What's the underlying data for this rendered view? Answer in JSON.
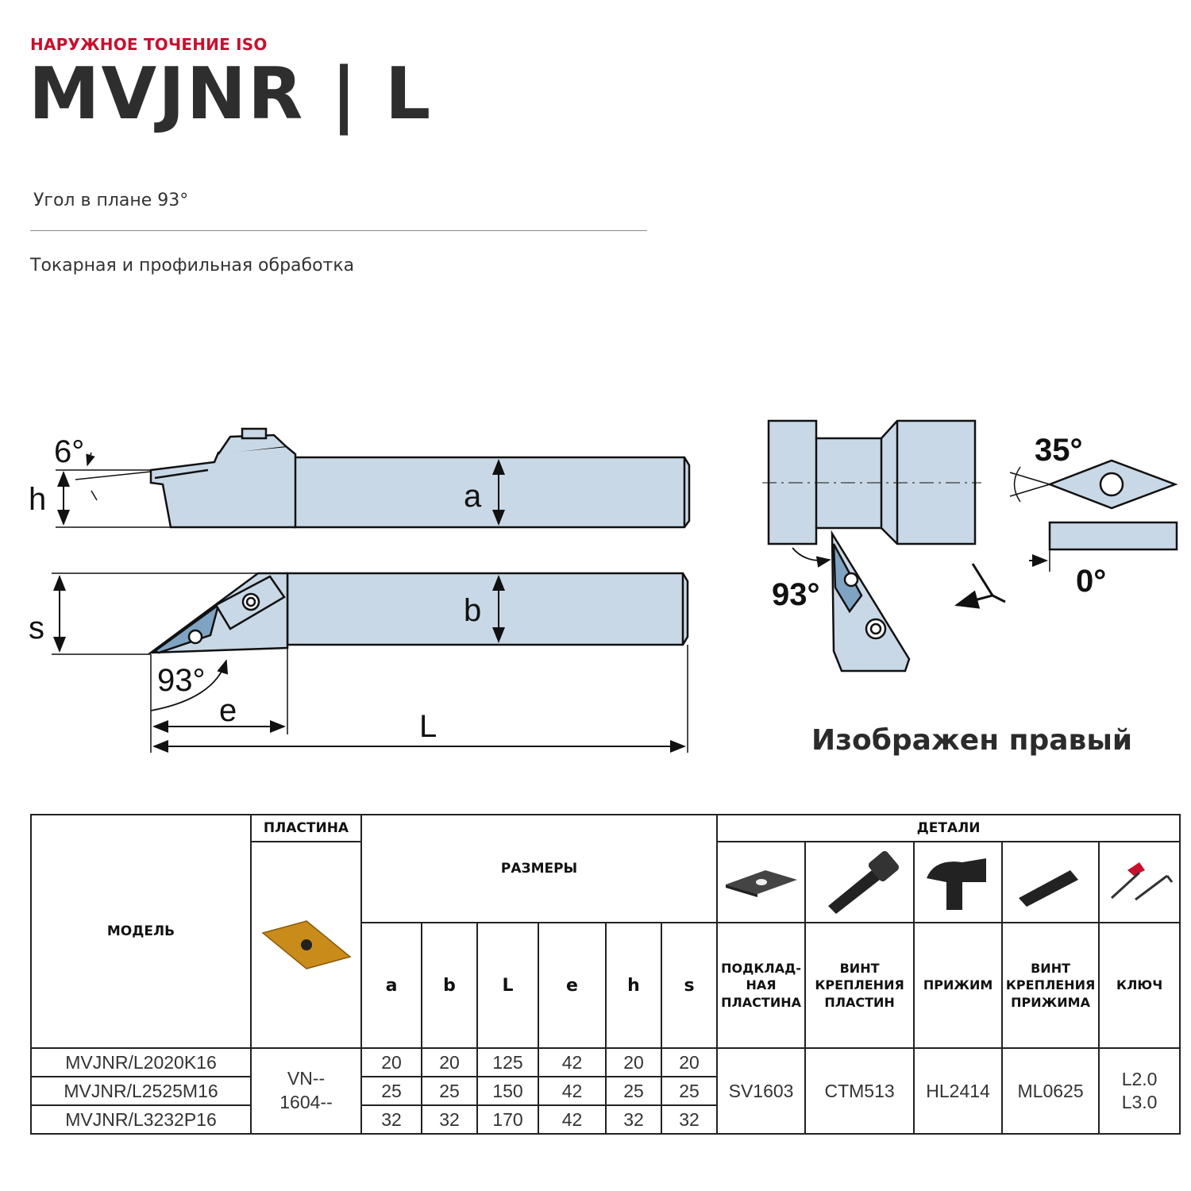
{
  "header": {
    "category": "НАРУЖНОЕ ТОЧЕНИЕ ISO",
    "title": "MVJNR | L",
    "angle_text": "Угол в плане 93°",
    "subtitle": "Токарная и профильная обработка"
  },
  "drawing": {
    "labels": {
      "six_deg": "6°",
      "h": "h",
      "a": "a",
      "s": "s",
      "b": "b",
      "ninety_three_left": "93°",
      "e": "e",
      "L": "L",
      "thirty_five": "35°",
      "zero_deg": "0°",
      "ninety_three_right": "93°"
    },
    "caption": "Изображен правый",
    "colors": {
      "body": "#c9d8e6",
      "outline": "#111111"
    }
  },
  "table": {
    "headers": {
      "model": "МОДЕЛЬ",
      "insert": "ПЛАСТИНА",
      "dimensions": "РАЗМЕРЫ",
      "details": "ДЕТАЛИ"
    },
    "dim_columns": [
      "a",
      "b",
      "L",
      "e",
      "h",
      "s"
    ],
    "detail_columns": [
      {
        "label": "ПОДКЛАД-\nНАЯ\nПЛАСТИНА",
        "icon": "shim-plate-icon"
      },
      {
        "label": "ВИНТ\nКРЕПЛЕНИЯ\nПЛАСТИН",
        "icon": "insert-screw-icon"
      },
      {
        "label": "ПРИЖИМ",
        "icon": "clamp-icon"
      },
      {
        "label": "ВИНТ\nКРЕПЛЕНИЯ\nПРИЖИМА",
        "icon": "clamp-screw-icon"
      },
      {
        "label": "КЛЮЧ",
        "icon": "key-icon"
      }
    ],
    "insert_value": "VN--\n1604--",
    "rows": [
      {
        "model": "MVJNR/L2020K16",
        "dims": [
          "20",
          "20",
          "125",
          "42",
          "20",
          "20"
        ]
      },
      {
        "model": "MVJNR/L2525M16",
        "dims": [
          "25",
          "25",
          "150",
          "42",
          "25",
          "25"
        ]
      },
      {
        "model": "MVJNR/L3232P16",
        "dims": [
          "32",
          "32",
          "170",
          "42",
          "32",
          "32"
        ]
      }
    ],
    "details_values": {
      "shim": "SV1603",
      "insert_screw": "CTM513",
      "clamp": "HL2414",
      "clamp_screw": "ML0625",
      "key": "L2.0\nL3.0"
    }
  }
}
